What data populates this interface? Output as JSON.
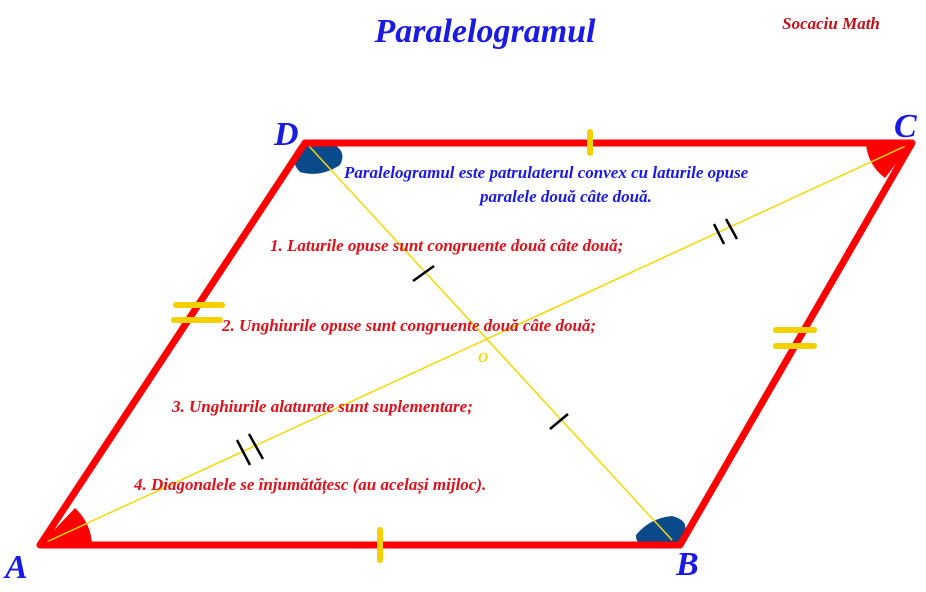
{
  "title": "Paralelogramul",
  "author": "Socaciu Math",
  "vertices": {
    "A": "A",
    "B": "B",
    "C": "C",
    "D": "D",
    "O": "O"
  },
  "definition": {
    "line1": "Paralelogramul este patrulaterul convex cu laturile opuse",
    "line2": "paralele două câte două."
  },
  "properties": [
    "1. Laturile opuse sunt congruente două câte două;",
    "2. Unghiurile opuse sunt congruente două câte două;",
    "3. Unghiurile alaturate sunt suplementare;",
    "4. Diagonalele se înjumătățesc (au același mijloc)."
  ],
  "colors": {
    "title": "#1a1ae6",
    "sides": "#ff0000",
    "diagonals": "#f5d800",
    "marks_yellow": "#f5d000",
    "angle_blue": "#0b4a8a",
    "text_red": "#e0101a"
  }
}
